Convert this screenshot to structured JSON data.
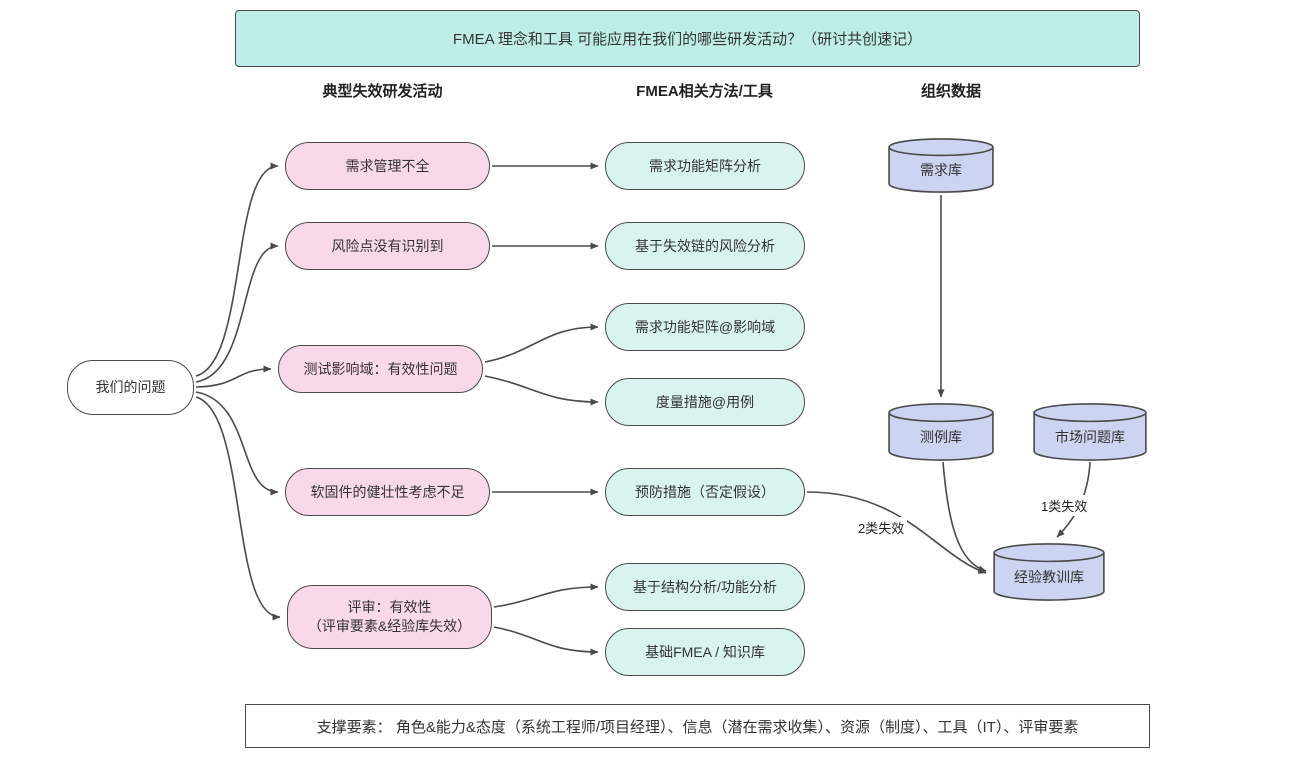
{
  "banner": {
    "title": "FMEA 理念和工具 可能应用在我们的哪些研发活动？（研讨共创速记）"
  },
  "column_headers": {
    "activities": "典型失效研发活动",
    "methods": "FMEA相关方法/工具",
    "org_data": "组织数据"
  },
  "root_node": {
    "label": "我们的问题"
  },
  "failure_activities": [
    {
      "label": "需求管理不全"
    },
    {
      "label": "风险点没有识别到"
    },
    {
      "label": "测试影响域：有效性问题"
    },
    {
      "label": "软固件的健壮性考虑不足"
    },
    {
      "label": "评审：有效性\n（评审要素&经验库失效）"
    }
  ],
  "fmea_methods": [
    {
      "label": "需求功能矩阵分析"
    },
    {
      "label": "基于失效链的风险分析"
    },
    {
      "label": "需求功能矩阵@影响域"
    },
    {
      "label": "度量措施@用例"
    },
    {
      "label": "预防措施（否定假设）"
    },
    {
      "label": "基于结构分析/功能分析"
    },
    {
      "label": "基础FMEA / 知识库"
    }
  ],
  "databases": [
    {
      "label": "需求库"
    },
    {
      "label": "测例库"
    },
    {
      "label": "市场问题库"
    },
    {
      "label": "经验教训库"
    }
  ],
  "edge_labels": {
    "type2": "2类失效",
    "type1": "1类失效"
  },
  "footer": {
    "text": "支撑要素： 角色&能力&态度（系统工程师/项目经理）、信息（潜在需求收集）、资源（制度）、工具（IT）、评审要素"
  },
  "colors": {
    "banner_fill": "#bfeee8",
    "failure_fill": "#f9d9e9",
    "method_fill": "#d9f4ee",
    "database_fill": "#cdd4f1",
    "stroke": "#4a4a4a"
  }
}
